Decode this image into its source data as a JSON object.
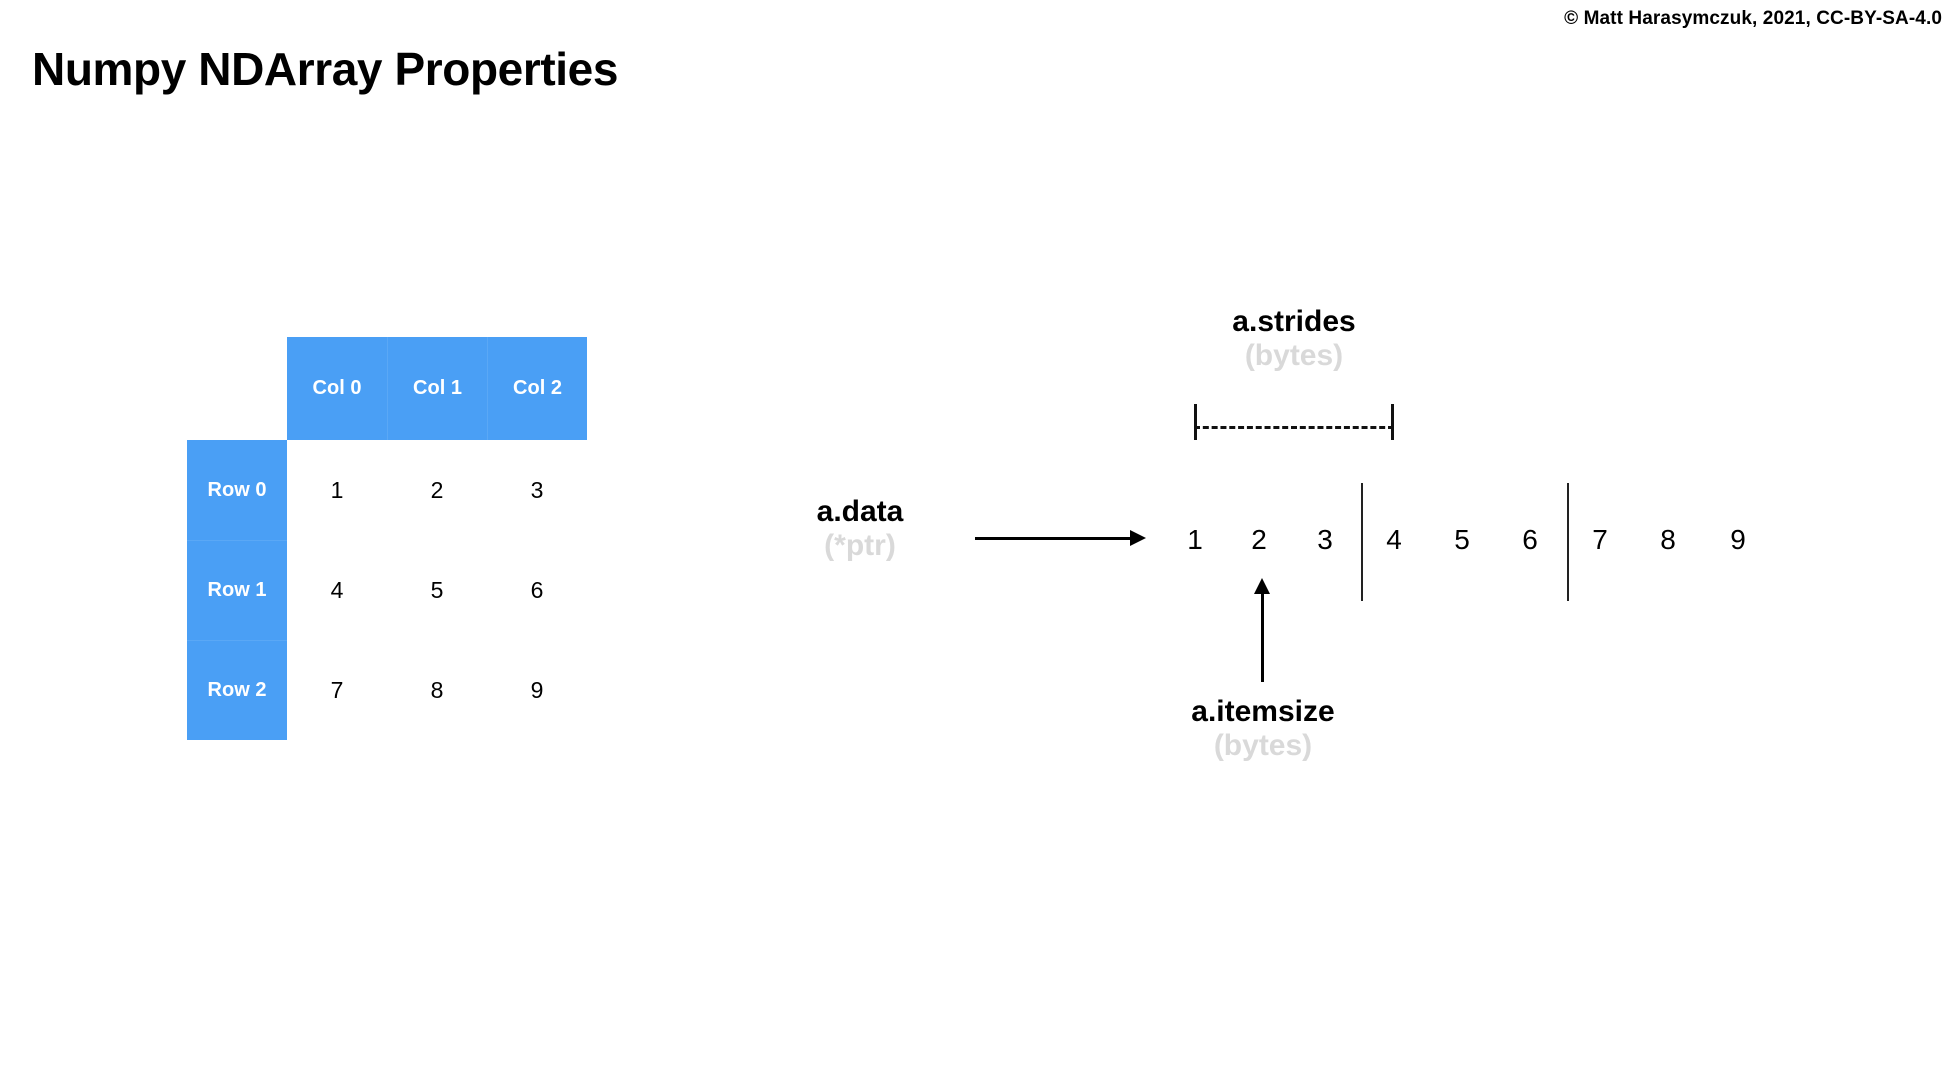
{
  "page": {
    "title": "Numpy NDArray Properties",
    "copyright": "© Matt Harasymczuk, 2021, CC-BY-SA-4.0",
    "background": "#ffffff"
  },
  "colors": {
    "accent_blue": "#4a9ff5",
    "accent_blue_divider": "#5aa8f6",
    "muted_gray": "#d9d9d9",
    "text_black": "#000000"
  },
  "matrix": {
    "corner_label": "",
    "column_headers": [
      "Col 0",
      "Col 1",
      "Col 2"
    ],
    "row_headers": [
      "Row 0",
      "Row 1",
      "Row 2"
    ],
    "rows": [
      [
        "1",
        "2",
        "3"
      ],
      [
        "4",
        "5",
        "6"
      ],
      [
        "7",
        "8",
        "9"
      ]
    ]
  },
  "memory": {
    "data_label": {
      "main": "a.data",
      "sub": "(*ptr)"
    },
    "strides_label": {
      "main": "a.strides",
      "sub": "(bytes)"
    },
    "itemsize_label": {
      "main": "a.itemsize",
      "sub": "(bytes)"
    },
    "flat_values": [
      "1",
      "2",
      "3",
      "4",
      "5",
      "6",
      "7",
      "8",
      "9"
    ],
    "row_break_after_indices": [
      2,
      5
    ]
  }
}
